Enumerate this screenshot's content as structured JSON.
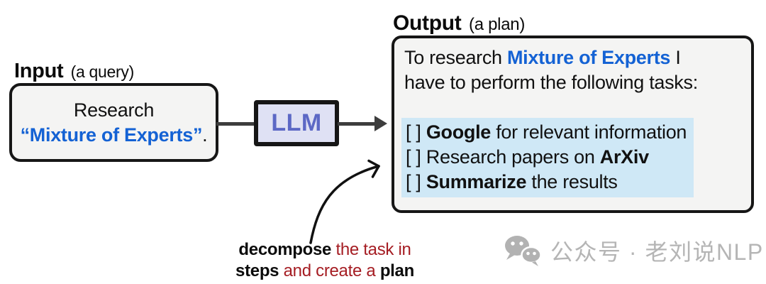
{
  "input": {
    "label": "Input",
    "label_note": "(a query)",
    "line1": "Research",
    "line2": [
      {
        "t": "“Mixture of Experts”",
        "s": "blue-bold"
      },
      {
        "t": ".",
        "s": "plain"
      }
    ]
  },
  "llm": {
    "label": "LLM"
  },
  "output": {
    "label": "Output",
    "label_note": "(a plan)",
    "paragraph_line1": [
      {
        "t": "To research ",
        "s": "plain"
      },
      {
        "t": "Mixture of Experts",
        "s": "blue-bold"
      },
      {
        "t": " I",
        "s": "plain"
      }
    ],
    "paragraph_line2": [
      {
        "t": "have to perform the following tasks:",
        "s": "plain"
      }
    ],
    "checklist": [
      [
        {
          "t": "[ ] ",
          "s": "plain"
        },
        {
          "t": "Google",
          "s": "bold"
        },
        {
          "t": " for relevant information",
          "s": "plain"
        }
      ],
      [
        {
          "t": "[ ] Research papers on ",
          "s": "plain"
        },
        {
          "t": "ArXiv",
          "s": "bold"
        }
      ],
      [
        {
          "t": "[ ] ",
          "s": "plain"
        },
        {
          "t": "Summarize",
          "s": "bold"
        },
        {
          "t": " the results",
          "s": "plain"
        }
      ]
    ]
  },
  "annotation": {
    "line1": [
      {
        "t": "decompose",
        "s": "bold"
      },
      {
        "t": " the task in",
        "s": "red"
      }
    ],
    "line2": [
      {
        "t": "steps",
        "s": "bold"
      },
      {
        "t": " and create a ",
        "s": "red"
      },
      {
        "t": "plan",
        "s": "bold"
      }
    ]
  },
  "watermark": {
    "icon": "wechat-icon",
    "text": "公众号 · 老刘说NLP"
  },
  "colors": {
    "accent_blue": "#1462d4",
    "dark_red": "#a51d23",
    "llm_text": "#5c68c5",
    "llm_fill": "#dfe1f4",
    "highlight_blue": "#cfe8f6",
    "box_fill": "#f4f4f3",
    "border_dark": "#161616",
    "arrow_gray": "#3d3d3d",
    "watermark_gray": "#b5b5b5"
  }
}
